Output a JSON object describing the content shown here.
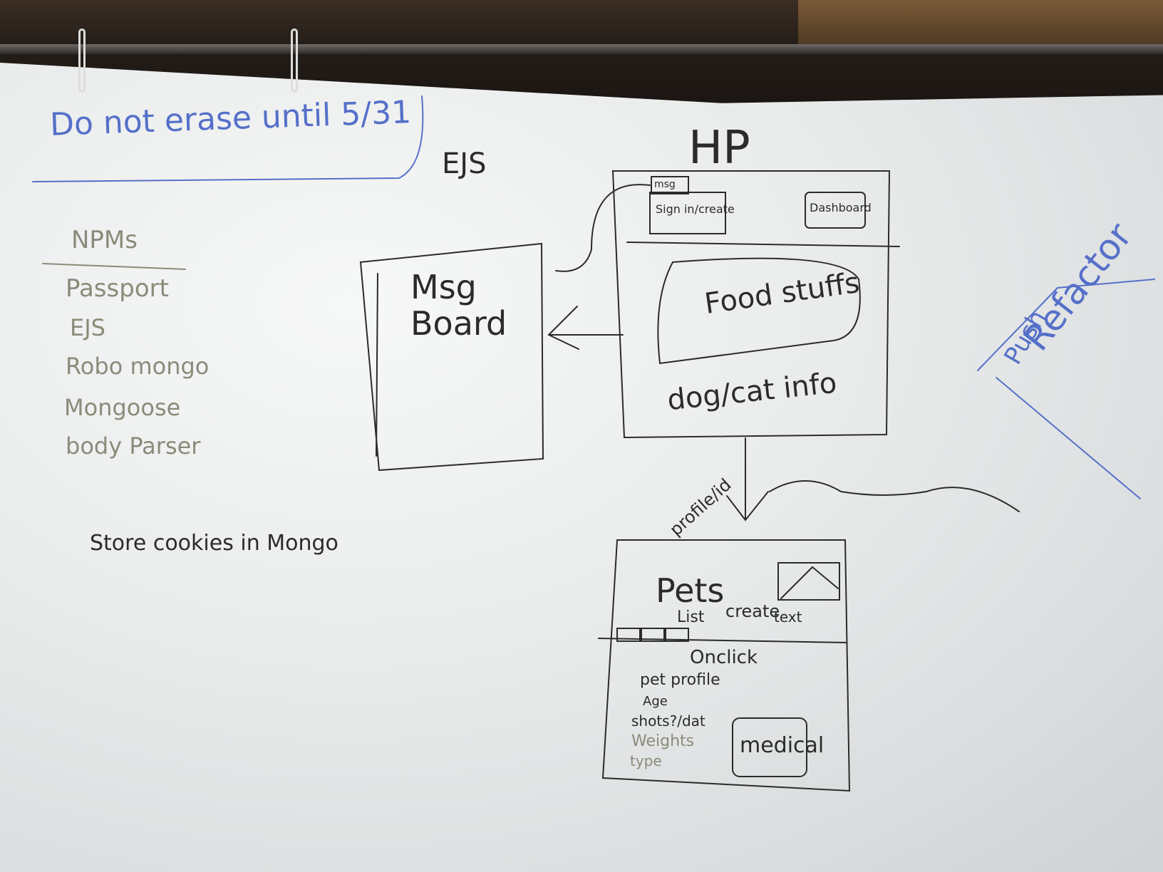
{
  "whiteboard": {
    "note": "Do not erase until 5/31",
    "ejs_label": "EJS",
    "npms": {
      "heading": "NPMs",
      "items": [
        "Passport",
        "EJS",
        "Robo mongo",
        "Mongoose",
        "body Parser"
      ]
    },
    "cookies_note": "Store cookies in Mongo",
    "homepage": {
      "title": "HP",
      "msg_tab": "msg",
      "signin": "Sign in/create",
      "dashboard": "Dashboard",
      "food": "Food stuffs",
      "info": "dog/cat info"
    },
    "msg_board": "Msg Board",
    "arrow_label": "profile/id",
    "pets_page": {
      "title": "Pets",
      "list": "List",
      "create": "create",
      "text": "text",
      "onclick": "Onclick",
      "profile": "pet profile",
      "fields": [
        "Age",
        "shots?/dat",
        "Weights",
        "type"
      ],
      "medical": "medical"
    },
    "refactor": "Refactor",
    "push": "Push",
    "colors": {
      "marker_black": "#2b2b2b",
      "marker_blue": "#5570c9"
    }
  }
}
